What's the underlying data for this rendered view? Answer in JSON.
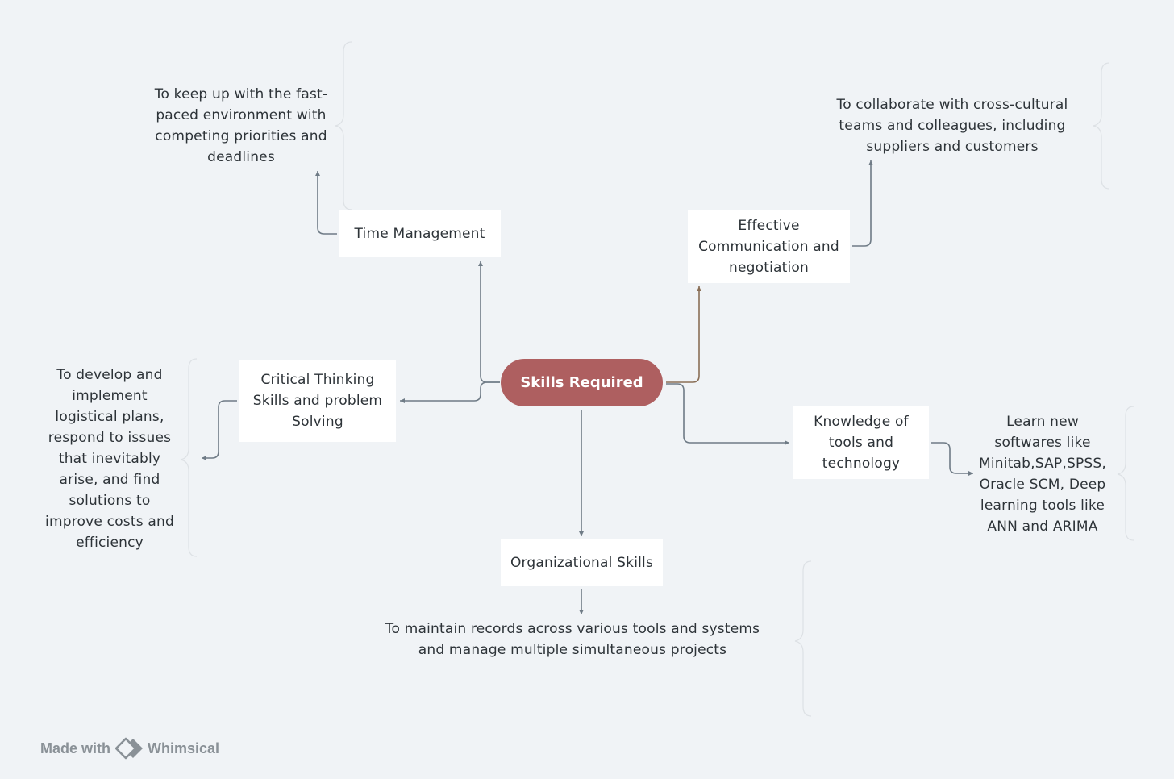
{
  "root": {
    "label": "Skills Required",
    "color": "#ae5f60"
  },
  "skills": [
    {
      "id": "time",
      "label": "Time Management",
      "note": "To keep up with the fast-paced environment with competing priorities and deadlines"
    },
    {
      "id": "communication",
      "label": "Effective Communication and negotiation",
      "note": "To collaborate with cross-cultural teams and colleagues, including suppliers and customers"
    },
    {
      "id": "critical",
      "label": "Critical Thinking Skills and problem Solving",
      "note": "To develop and implement logistical plans, respond to issues that inevitably arise, and find solutions to improve costs and efficiency"
    },
    {
      "id": "knowledge",
      "label": "Knowledge of tools and technology",
      "note": "Learn new softwares like Minitab,SAP,SPSS, Oracle SCM, Deep learning tools like ANN and ARIMA"
    },
    {
      "id": "organizational",
      "label": "Organizational Skills",
      "note": "To maintain records across various tools and systems and manage multiple simultaneous projects"
    }
  ],
  "footer": {
    "made_with": "Made with",
    "brand": "Whimsical"
  },
  "colors": {
    "connector": "#6f7b86",
    "connector_brown": "#8a6f57",
    "bracket": "#dde1e5",
    "background": "#f0f3f6"
  }
}
